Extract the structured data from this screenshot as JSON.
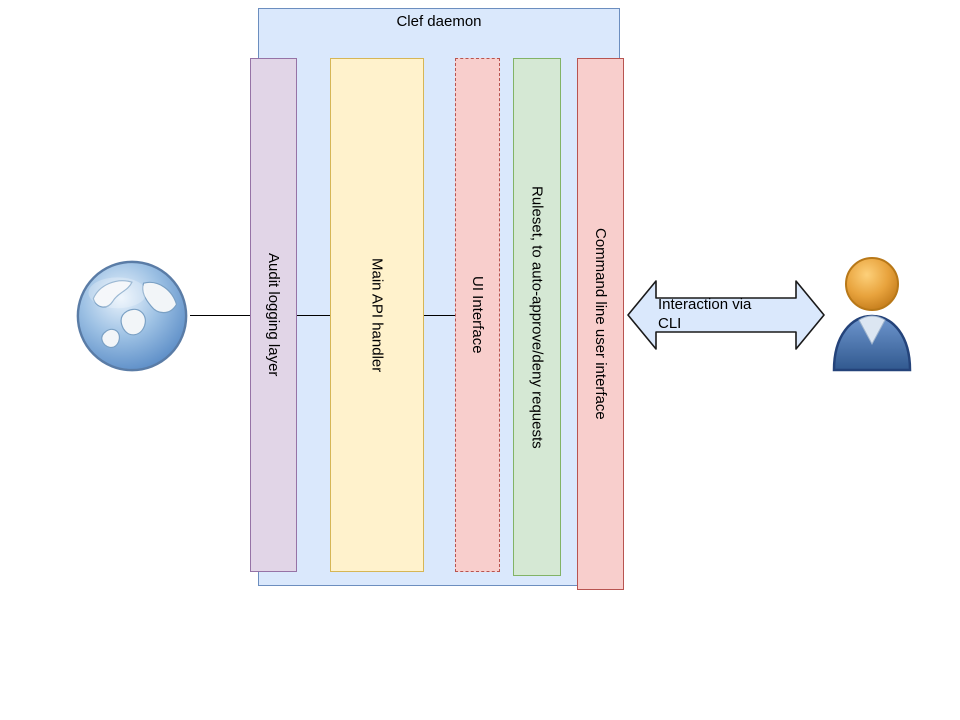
{
  "diagram": {
    "title": "Clef daemon",
    "container_fill": "#dae8fc",
    "container_stroke": "#6c8ebf",
    "columns": [
      {
        "label": "Audit logging layer",
        "fill": "#e1d5e7",
        "stroke": "#9673a6"
      },
      {
        "label": "Main API handler",
        "fill": "#fff2cc",
        "stroke": "#d6b656"
      },
      {
        "label": "UI Interface",
        "fill": "#f8cecc",
        "stroke": "#b85450"
      },
      {
        "label": "Ruleset, to auto-approve/deny requests",
        "fill": "#d5e8d4",
        "stroke": "#82b366"
      },
      {
        "label": "Command line user interface",
        "fill": "#f8cecc",
        "stroke": "#b85450"
      }
    ],
    "arrow": {
      "line1": "Interaction via",
      "line2": "CLI",
      "fill": "#dae8fc",
      "stroke": "#1a1a1a"
    },
    "icons": {
      "left": "globe-icon",
      "right": "user-icon"
    }
  }
}
